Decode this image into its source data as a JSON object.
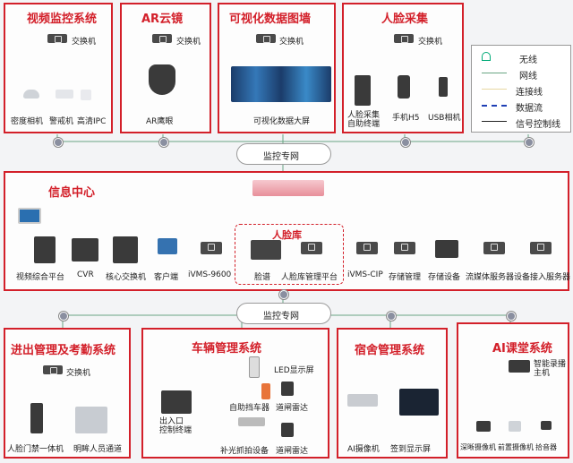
{
  "top_sections": {
    "video": {
      "title": "视频监控系统",
      "switch": "交换机",
      "cams": [
        "密度相机",
        "警戒机",
        "高清IPC"
      ]
    },
    "ar": {
      "title": "AR云镜",
      "switch": "交换机",
      "device": "AR鹰眼"
    },
    "viz": {
      "title": "可视化数据图墙",
      "switch": "交换机",
      "device": "可视化数据大屏"
    },
    "face": {
      "title": "人脸采集",
      "switch": "交换机",
      "devices": [
        "人脸采集\n自助终端",
        "手机H5",
        "USB相机"
      ]
    }
  },
  "legend": {
    "items": [
      "无线",
      "网线",
      "连接线",
      "数据流",
      "信号控制线"
    ]
  },
  "network1": {
    "label": "监控专网"
  },
  "info_center": {
    "title": "信息中心",
    "face_lib": "人脸库",
    "devices": [
      "视频综合平台",
      "CVR",
      "核心交换机",
      "客户端",
      "iVMS-9600",
      "脸谱",
      "人脸库管理平台",
      "iVMS-CIP",
      "存储管理",
      "存储设备",
      "流媒体服务器",
      "设备接入服务器"
    ]
  },
  "network2": {
    "label": "监控专网"
  },
  "bottom_sections": {
    "access": {
      "title": "进出管理及考勤系统",
      "switch": "交换机",
      "devices": [
        "人脸门禁一体机",
        "明眸人员通道"
      ]
    },
    "vehicle": {
      "title": "车辆管理系统",
      "devices": [
        "LED显示屏",
        "自助挡车器",
        "道闸雷达",
        "出入口\n控制终端",
        "补光抓拍设备",
        "道闸雷达"
      ]
    },
    "dorm": {
      "title": "宿舍管理系统",
      "devices": [
        "AI摄像机",
        "签到显示屏"
      ]
    },
    "ai": {
      "title": "AI课堂系统",
      "devices": [
        "智能录播\n主机",
        "深晰摄像机",
        "前置摄像机",
        "拾音器"
      ]
    }
  }
}
